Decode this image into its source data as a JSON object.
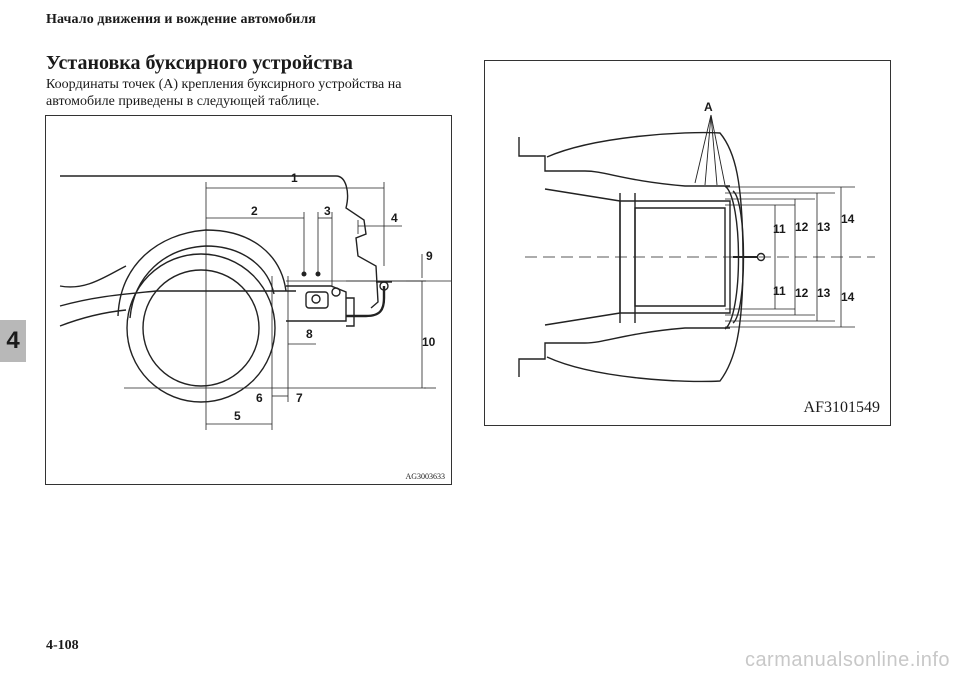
{
  "header": "Начало движения и вождение автомобиля",
  "title": "Установка буксирного устройства",
  "intro": "Координаты точек (А) крепления буксирного устройства на автомобиле приведены в следующей таблице.",
  "chapter_tab": "4",
  "figure_side": {
    "code": "AG3003633",
    "labels": [
      "1",
      "2",
      "3",
      "4",
      "5",
      "6",
      "7",
      "8",
      "9",
      "10"
    ]
  },
  "figure_top": {
    "code": "AF3101549",
    "point_label": "A",
    "labels": [
      "11",
      "12",
      "13",
      "14",
      "11",
      "12",
      "13",
      "14"
    ]
  },
  "page_number": "4-108",
  "watermark": "carmanualsonline.info"
}
